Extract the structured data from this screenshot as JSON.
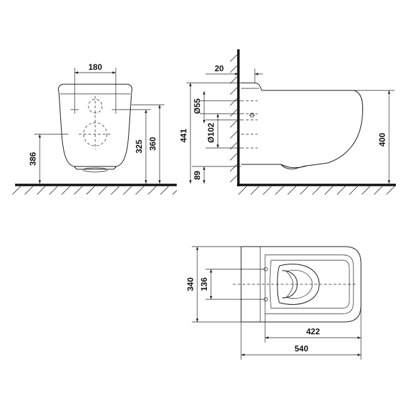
{
  "front_view": {
    "dim_hole_spacing": "180",
    "dim_floor_height": "386",
    "dim_axis_height": "325",
    "dim_top_height": "360"
  },
  "side_view": {
    "dim_wall_offset": "20",
    "dim_inlet_diameter": "Ø55",
    "dim_total_height": "441",
    "dim_outlet_diameter": "Ø102",
    "dim_outlet_height": "89",
    "dim_bowl_height": "400"
  },
  "top_view": {
    "dim_width": "340",
    "dim_bolt_spacing": "136",
    "dim_bowl_length": "422",
    "dim_total_length": "540"
  },
  "colors": {
    "line": "#1a1a1a",
    "background": "#ffffff"
  }
}
